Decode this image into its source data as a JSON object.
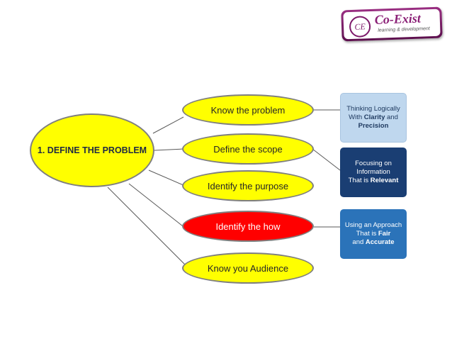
{
  "logo": {
    "mark": "CE",
    "name": "Co-Exist",
    "tagline": "learning & development"
  },
  "diagram": {
    "main": "1. DEFINE THE PROBLEM",
    "items": [
      {
        "label": "Know the problem",
        "highlight": false
      },
      {
        "label": "Define the scope",
        "highlight": false
      },
      {
        "label": "Identify the purpose",
        "highlight": false
      },
      {
        "label": "Identify the how",
        "highlight": true
      },
      {
        "label": "Know you Audience",
        "highlight": false
      }
    ],
    "standards": [
      {
        "line1": "Thinking Logically",
        "line2_pre": "With ",
        "line2_bold": "Clarity",
        "line2_post": " and",
        "line3_bold": "Precision"
      },
      {
        "line1": "Focusing on",
        "line2": "Information",
        "line3_pre": "That is ",
        "line3_bold": "Relevant"
      },
      {
        "line1": "Using an Approach",
        "line2_pre": "That is ",
        "line2_bold": "Fair",
        "line3_pre": "and ",
        "line3_bold": "Accurate"
      }
    ],
    "colors": {
      "ellipse_fill": "#ffff00",
      "highlight_fill": "#ff0000",
      "connector": "#595959",
      "box1": "#bfd7ee",
      "box2": "#1a3e73",
      "box3": "#2b73b9"
    }
  }
}
